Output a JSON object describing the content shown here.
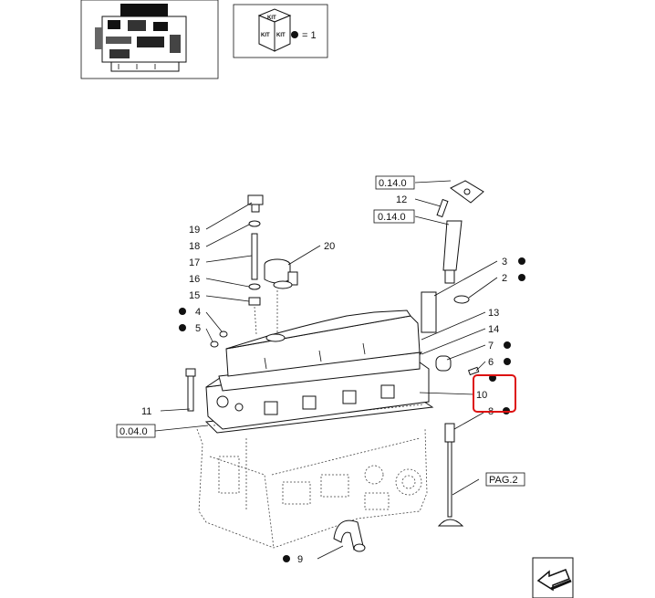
{
  "legend": {
    "kit_label": "KIT",
    "kit_equals": "= 1"
  },
  "callouts": [
    {
      "id": "c19",
      "label": "19",
      "dot": false
    },
    {
      "id": "c18",
      "label": "18",
      "dot": false
    },
    {
      "id": "c17",
      "label": "17",
      "dot": false
    },
    {
      "id": "c16",
      "label": "16",
      "dot": false
    },
    {
      "id": "c15",
      "label": "15",
      "dot": false
    },
    {
      "id": "c4",
      "label": "4",
      "dot": true
    },
    {
      "id": "c5",
      "label": "5",
      "dot": true
    },
    {
      "id": "c20",
      "label": "20",
      "dot": false
    },
    {
      "id": "c12",
      "label": "12",
      "dot": false
    },
    {
      "id": "c3",
      "label": "3",
      "dot": true
    },
    {
      "id": "c2",
      "label": "2",
      "dot": true
    },
    {
      "id": "c13",
      "label": "13",
      "dot": false
    },
    {
      "id": "c14",
      "label": "14",
      "dot": false
    },
    {
      "id": "c7",
      "label": "7",
      "dot": true
    },
    {
      "id": "c6",
      "label": "6",
      "dot": true
    },
    {
      "id": "c10",
      "label": "10",
      "dot": true
    },
    {
      "id": "c8",
      "label": "8",
      "dot": true
    },
    {
      "id": "c11",
      "label": "11",
      "dot": false
    },
    {
      "id": "c9",
      "label": "9",
      "dot": true
    }
  ],
  "references": {
    "top1": "0.14.0",
    "top2": "0.14.0",
    "block": "0.04.0",
    "page": "PAG.2"
  },
  "highlight_color": "#d11111"
}
